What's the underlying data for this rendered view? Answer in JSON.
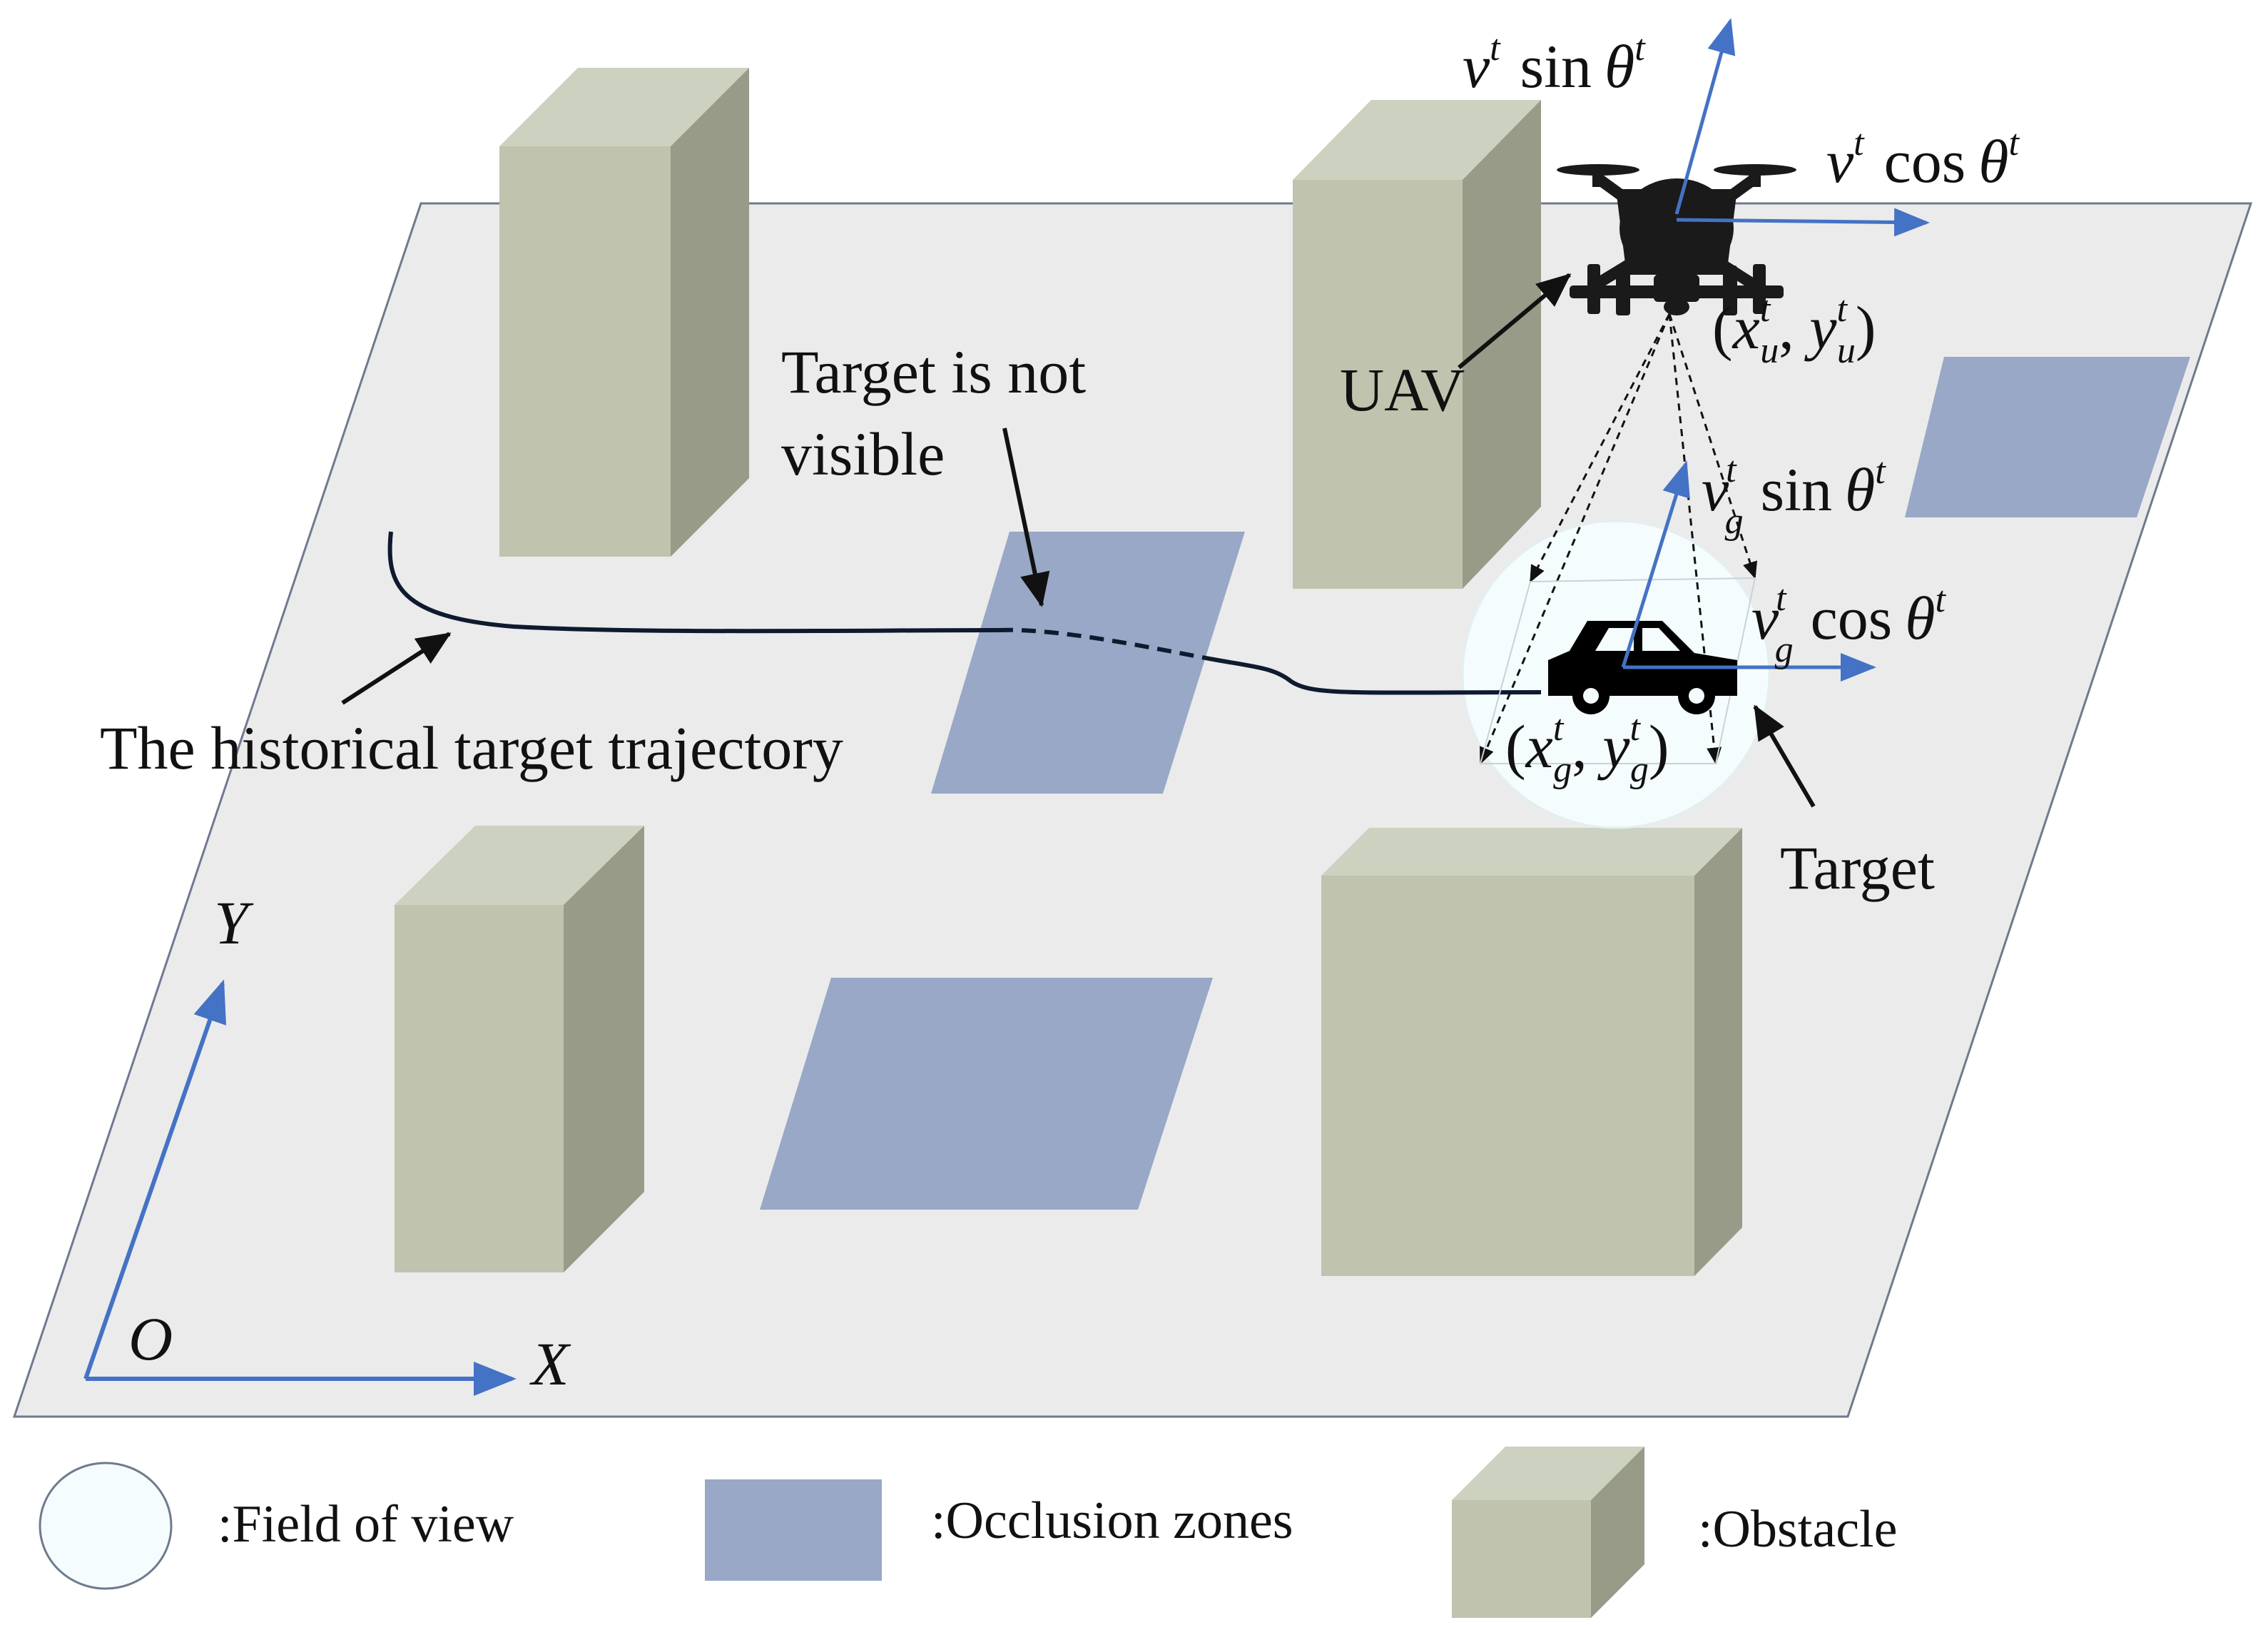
{
  "labels": {
    "target_not_visible_line1": "Target is not",
    "target_not_visible_line2": "visible",
    "historical_trajectory": "The historical target trajectory",
    "uav": "UAV",
    "target": "Target"
  },
  "math": {
    "uav_vy": {
      "v": "v",
      "t": "t",
      "fn": "sin",
      "theta": "θ"
    },
    "uav_vx": {
      "v": "v",
      "t": "t",
      "fn": "cos",
      "theta": "θ"
    },
    "uav_pos": {
      "x": "x",
      "y": "y",
      "sub": "u",
      "t": "t"
    },
    "target_vy": {
      "v": "v",
      "sub": "g",
      "t": "t",
      "fn": "sin",
      "theta": "θ"
    },
    "target_vx": {
      "v": "v",
      "sub": "g",
      "t": "t",
      "fn": "cos",
      "theta": "θ"
    },
    "target_pos": {
      "x": "x",
      "y": "y",
      "sub": "g",
      "t": "t"
    }
  },
  "axes": {
    "origin": "O",
    "x": "X",
    "y": "Y"
  },
  "legend": {
    "field_of_view": ":Field of view",
    "occlusion_zones": ":Occlusion zones",
    "obstacle": ":Obstacle"
  },
  "colors": {
    "ground": "#ebebec",
    "ground_border": "#6f7a8e",
    "occlusion": "#98a8c6",
    "obstacle_front": "#c0c3ad",
    "obstacle_top": "#cdd1bf",
    "obstacle_side": "#989b87",
    "arrow_blue": "#4472c4",
    "field_of_view": "#f5fcfd",
    "trajectory": "#0f1a2e"
  }
}
